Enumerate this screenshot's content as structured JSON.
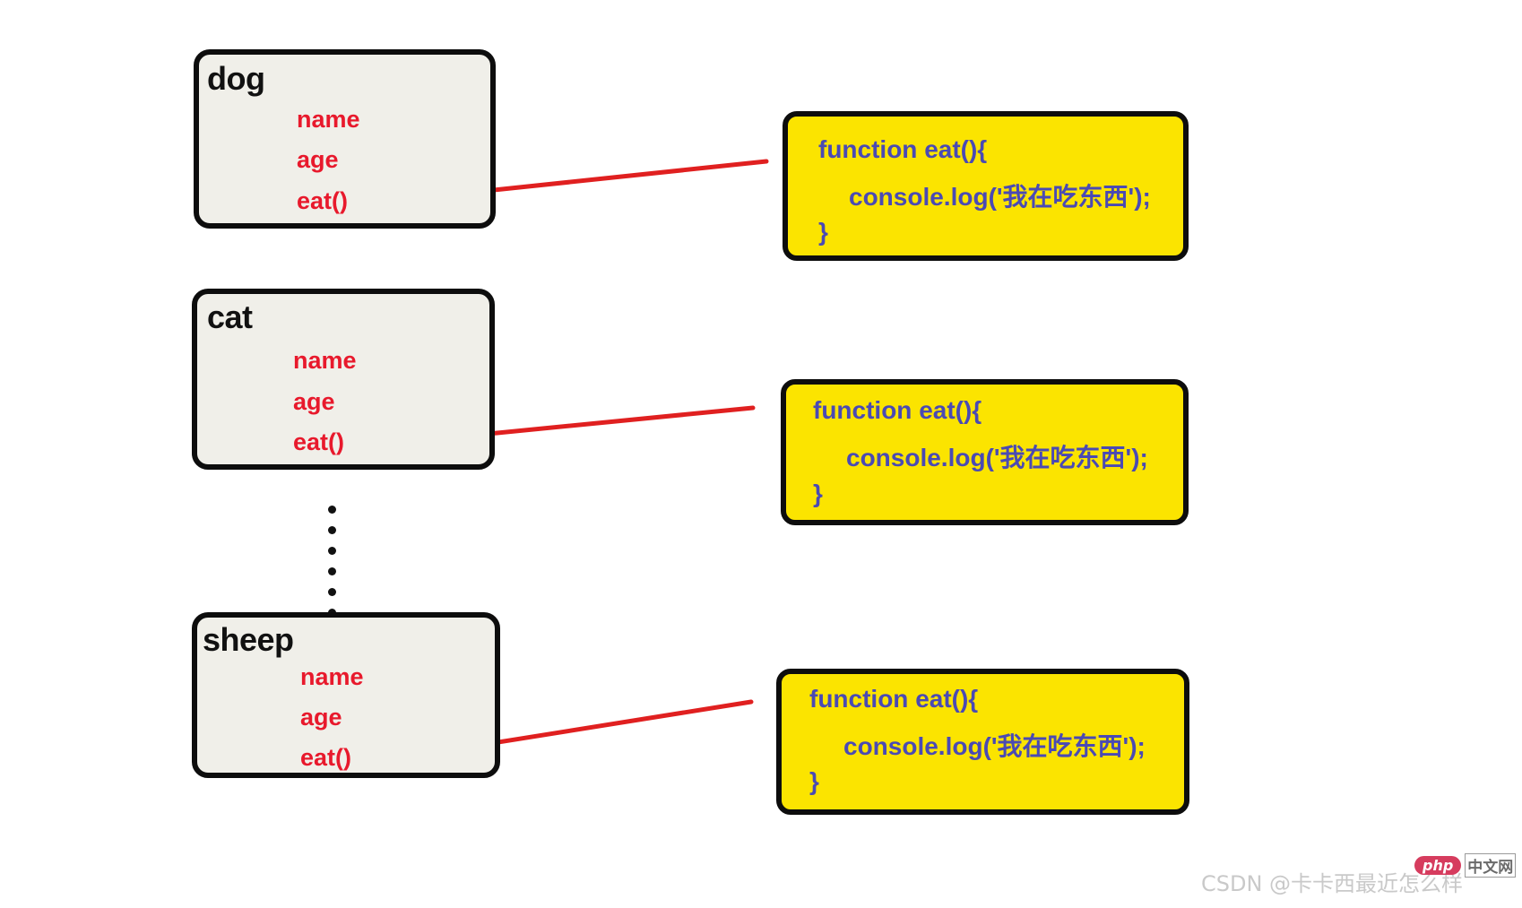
{
  "diagram": {
    "title": "object-prototype-method-duplication-diagram",
    "colors": {
      "object_box_fill": "#f0efe9",
      "object_box_border": "#0d0d0d",
      "property_text": "#e8192c",
      "code_box_fill": "#fbe400",
      "code_text": "#4a4ab4",
      "arrow": "#e02020",
      "background": "#ffffff"
    },
    "objects": [
      {
        "name": "dog",
        "properties": [
          "name",
          "age",
          "eat()"
        ]
      },
      {
        "name": "cat",
        "properties": [
          "name",
          "age",
          "eat()"
        ]
      },
      {
        "name": "sheep",
        "properties": [
          "name",
          "age",
          "eat()"
        ]
      }
    ],
    "ellipsis": {
      "label": "vertical-ellipsis",
      "dot_count": 6
    },
    "code_blocks": [
      {
        "line1": "function eat(){",
        "line2": "console.log('我在吃东西');",
        "line3": "}"
      },
      {
        "line1": "function eat(){",
        "line2": "console.log('我在吃东西');",
        "line3": "}"
      },
      {
        "line1": "function eat(){",
        "line2": "console.log('我在吃东西');",
        "line3": "}"
      }
    ],
    "connectors": [
      {
        "label": "dog-eat-to-code-1"
      },
      {
        "label": "cat-eat-to-code-2"
      },
      {
        "label": "sheep-eat-to-code-3"
      }
    ]
  },
  "watermark": {
    "text": "CSDN @卡卡西最近怎么样",
    "logo_php": "php",
    "logo_zh": "中文网"
  }
}
